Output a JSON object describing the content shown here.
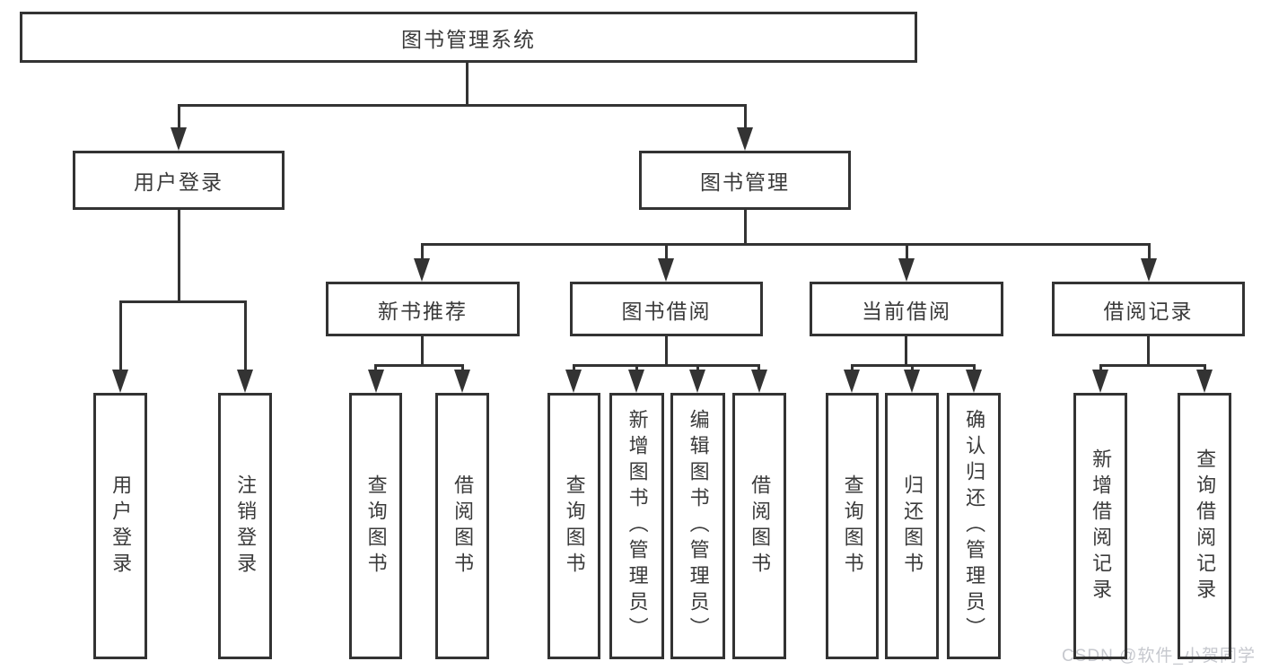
{
  "nodes": {
    "root": {
      "label": "图书管理系统"
    },
    "user_login": {
      "label": "用户登录"
    },
    "book_management": {
      "label": "图书管理"
    },
    "new_book_recommend": {
      "label": "新书推荐"
    },
    "book_borrow": {
      "label": "图书借阅"
    },
    "current_borrow": {
      "label": "当前借阅"
    },
    "borrow_records": {
      "label": "借阅记录"
    },
    "leaf_user_login": {
      "label": "用户登录"
    },
    "leaf_logout": {
      "label": "注销登录"
    },
    "leaf_rec_query_book": {
      "label": "查询图书"
    },
    "leaf_rec_borrow_book": {
      "label": "借阅图书"
    },
    "leaf_bb_query_book": {
      "label": "查询图书"
    },
    "leaf_bb_add_book": {
      "label": "新增图书（管理员）"
    },
    "leaf_bb_edit_book": {
      "label": "编辑图书（管理员）"
    },
    "leaf_bb_borrow_book": {
      "label": "借阅图书"
    },
    "leaf_cb_query_book": {
      "label": "查询图书"
    },
    "leaf_cb_return_book": {
      "label": "归还图书"
    },
    "leaf_cb_confirm_return": {
      "label": "确认归还（管理员）"
    },
    "leaf_br_add_record": {
      "label": "新增借阅记录"
    },
    "leaf_br_query_record": {
      "label": "查询借阅记录"
    }
  },
  "watermark": "CSDN @软件_小贺同学",
  "colors": {
    "line": "#333333",
    "text": "#3a3a3a",
    "background": "#ffffff",
    "watermark": "#c6c8ce"
  }
}
